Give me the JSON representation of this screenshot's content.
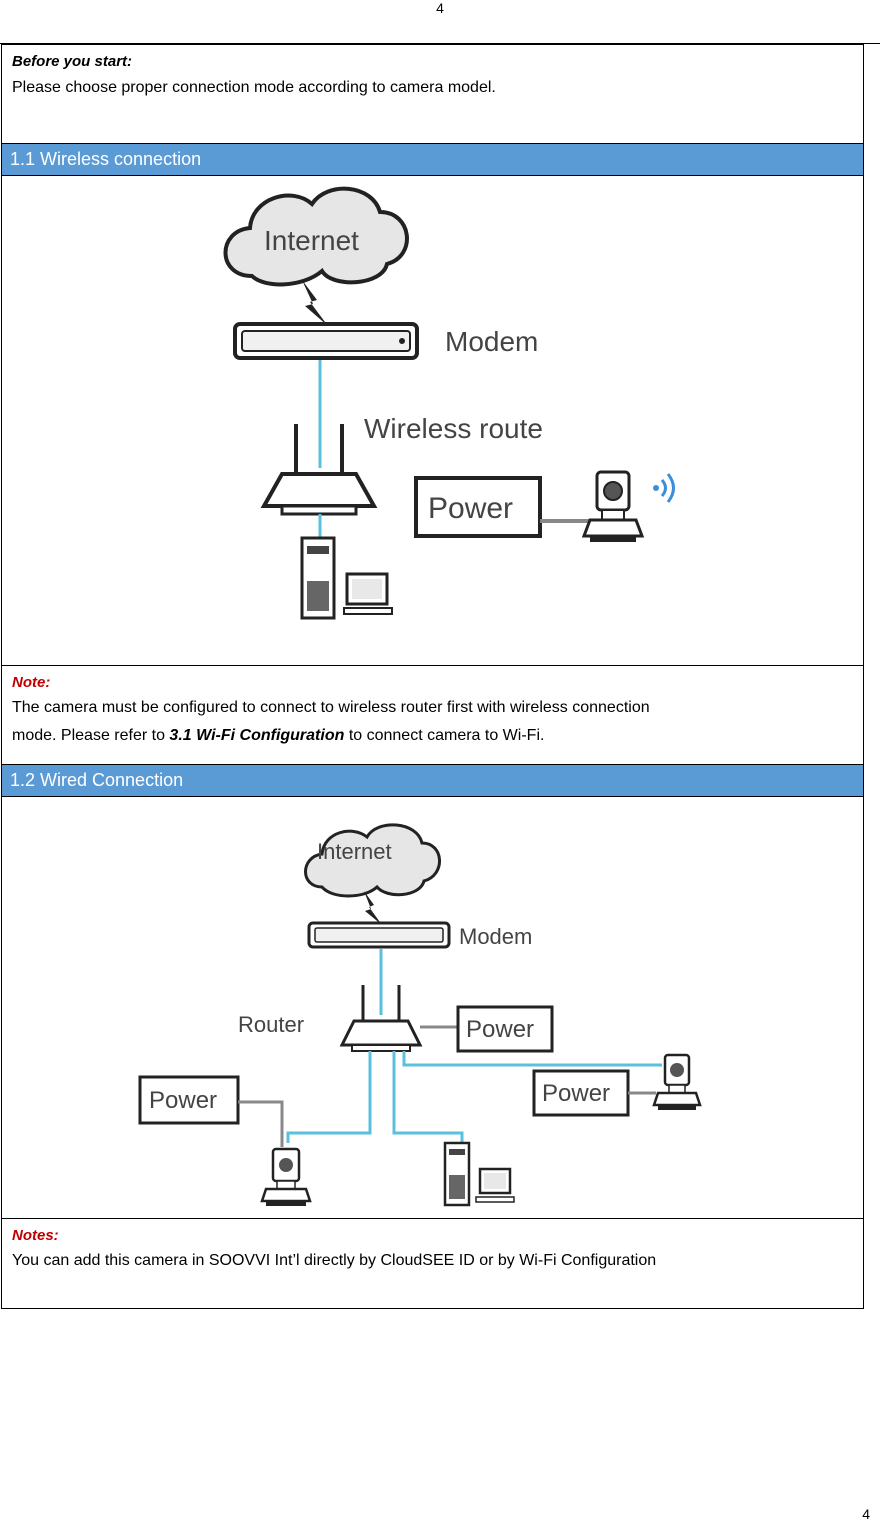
{
  "page": {
    "number_top": "4",
    "number_bottom": "4"
  },
  "intro": {
    "heading": "Before you start:",
    "text": "Please choose proper connection mode according to camera model."
  },
  "section1": {
    "title": "1.1 Wireless connection",
    "diagram": {
      "internet": "Internet",
      "modem": "Modem",
      "router": "Wireless route",
      "power": "Power"
    },
    "note_title": "Note:",
    "note_line1": "The camera must be configured to connect to wireless router first with wireless connection",
    "note_line2_a": "mode. Please refer to ",
    "note_line2_b": "3.1 Wi-Fi Configuration",
    "note_line2_c": " to connect camera to Wi-Fi."
  },
  "section2": {
    "title": "1.2 Wired Connection",
    "diagram": {
      "internet": "Internet",
      "modem": "Modem",
      "router": "Router",
      "power_a": "Power",
      "power_b": "Power",
      "power_c": "Power"
    },
    "notes_title": "Notes:",
    "notes_text": "You can add this camera in SOOVVI Int’l directly by CloudSEE ID or by Wi-Fi Configuration"
  },
  "colors": {
    "section_bar": "#5b9bd5",
    "note_title": "#c00000",
    "link_line": "#5bc0de"
  },
  "icons": [
    "cloud-icon",
    "modem-icon",
    "router-icon",
    "camera-icon",
    "computer-icon",
    "wifi-signal-icon"
  ]
}
